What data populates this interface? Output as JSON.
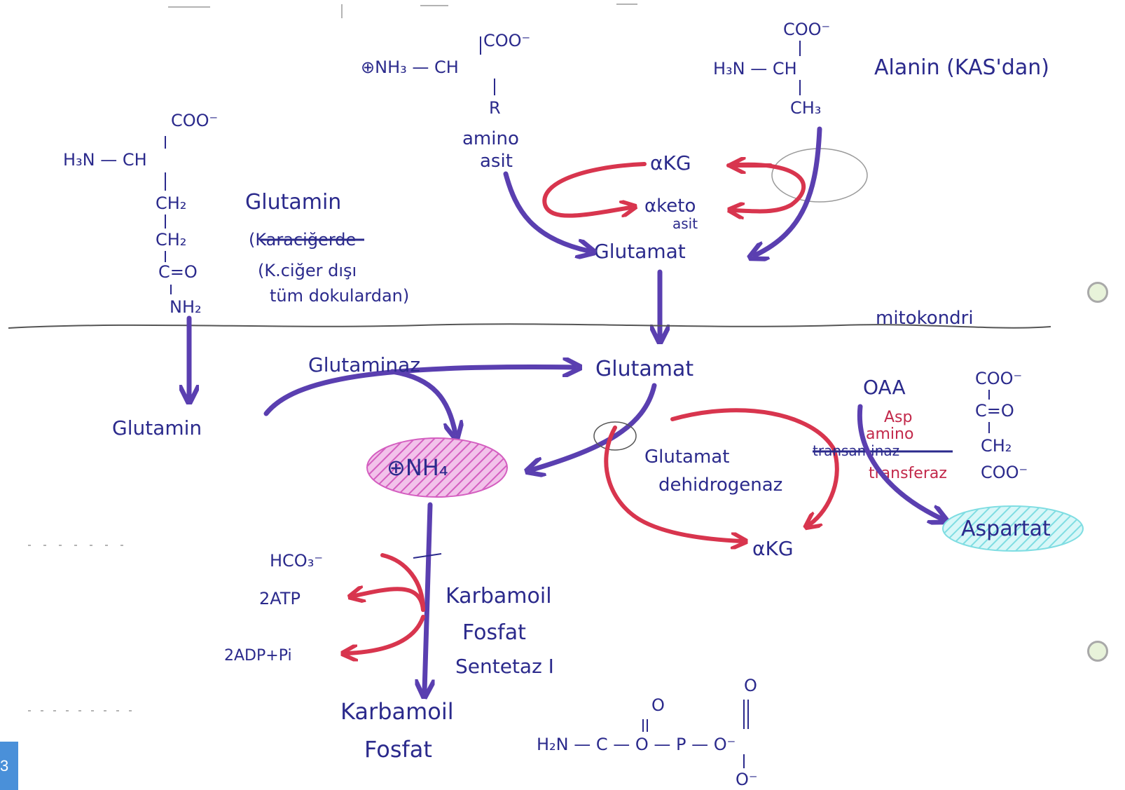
{
  "colors": {
    "ink_blue": "#2b2a8c",
    "arrow_blue": "#5a3fb0",
    "arrow_red": "#d8354e",
    "ammonium_highlight": "#e9a3d8",
    "aspartate_highlight": "#9fe6ea",
    "page_badge": "#4a90d9"
  },
  "page_number": "3",
  "amino_acid": {
    "ammonium": "⊕NH₃ — CH",
    "carboxyl": "COO⁻",
    "side_chain": "R",
    "label_line1": "amino",
    "label_line2": "asit"
  },
  "alanine": {
    "carboxyl": "COO⁻",
    "backbone": "H₃N — CH",
    "methyl": "CH₃",
    "label": "Alanin (KAS'dan)"
  },
  "glutamine": {
    "carboxyl": "COO⁻",
    "backbone": "H₃N — CH",
    "ch2_1": "CH₂",
    "ch2_2": "CH₂",
    "carbonyl": "C=O",
    "amide": "NH₂",
    "label": "Glutamin",
    "note_struck": "(Karaciğerde",
    "note_line1": "(K.ciğer dışı",
    "note_line2": "tüm dokulardan)"
  },
  "upper": {
    "akg": "αKG",
    "aketo_line1": "αketo",
    "aketo_line2": "asit",
    "glutamate": "Glutamat"
  },
  "mitochondria_label": "mitokondri",
  "lower": {
    "glutaminase": "Glutaminaz",
    "glutamate": "Glutamat",
    "glutamine": "Glutamin",
    "ammonium": "⊕NH₄",
    "gdh_line1": "Glutamat",
    "gdh_line2": "dehidrogenaz",
    "akg": "αKG",
    "oaa": "OAA",
    "ast_line1": "Asp",
    "ast_line2": "amino",
    "ast_line3": "transferaz",
    "ast_struck": "transaminaz",
    "oaa_struct": {
      "l1": "COO⁻",
      "l2": "C=O",
      "l3": "CH₂",
      "l4": "COO⁻"
    },
    "aspartate": "Aspartat"
  },
  "cps": {
    "hco3": "HCO₃⁻",
    "atp": "2ATP",
    "adp": "2ADP+Pi",
    "enzyme_line1": "Karbamoil",
    "enzyme_line2": "Fosfat",
    "enzyme_line3": "Sentetaz I",
    "product_line1": "Karbamoil",
    "product_line2": "Fosfat",
    "formula_main": "H₂N — C — O — P — O⁻",
    "formula_o_top1": "O",
    "formula_o_top2": "O",
    "formula_o_bottom": "O⁻"
  }
}
